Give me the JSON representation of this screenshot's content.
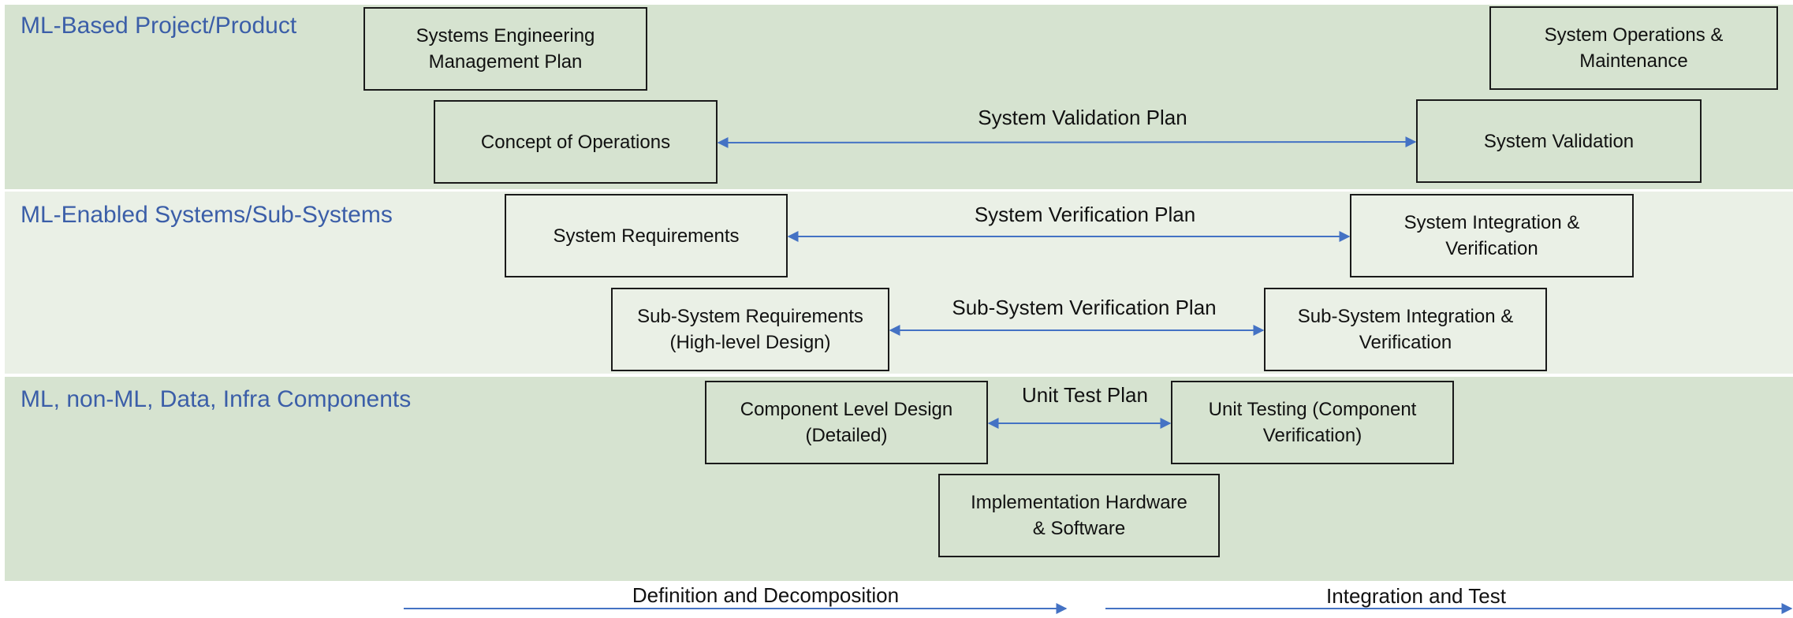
{
  "bands": {
    "project": "ML-Based Project/Product",
    "systems": "ML-Enabled Systems/Sub-Systems",
    "components": "ML, non-ML, Data, Infra Components"
  },
  "boxes": {
    "semp": "Systems Engineering\nManagement Plan",
    "ops_maintenance": "System Operations &\nMaintenance",
    "concept_of_operations": "Concept of Operations",
    "system_validation": "System Validation",
    "system_requirements": "System Requirements",
    "system_integration": "System Integration &\nVerification",
    "subsystem_requirements": "Sub-System Requirements\n(High-level Design)",
    "subsystem_integration": "Sub-System Integration &\nVerification",
    "component_design": "Component Level Design\n(Detailed)",
    "unit_testing": "Unit Testing (Component\nVerification)",
    "implementation": "Implementation Hardware\n& Software"
  },
  "plans": {
    "validation": "System Validation Plan",
    "verification": "System Verification Plan",
    "subsystem_verification": "Sub-System Verification Plan",
    "unit_test": "Unit Test Plan"
  },
  "flows": {
    "definition": "Definition and Decomposition",
    "integration": "Integration and Test"
  },
  "colors": {
    "band_dark": "#d6e3d0",
    "band_light": "#eaf0e6",
    "arrow": "#4472c4",
    "label": "#3b5ea8"
  }
}
